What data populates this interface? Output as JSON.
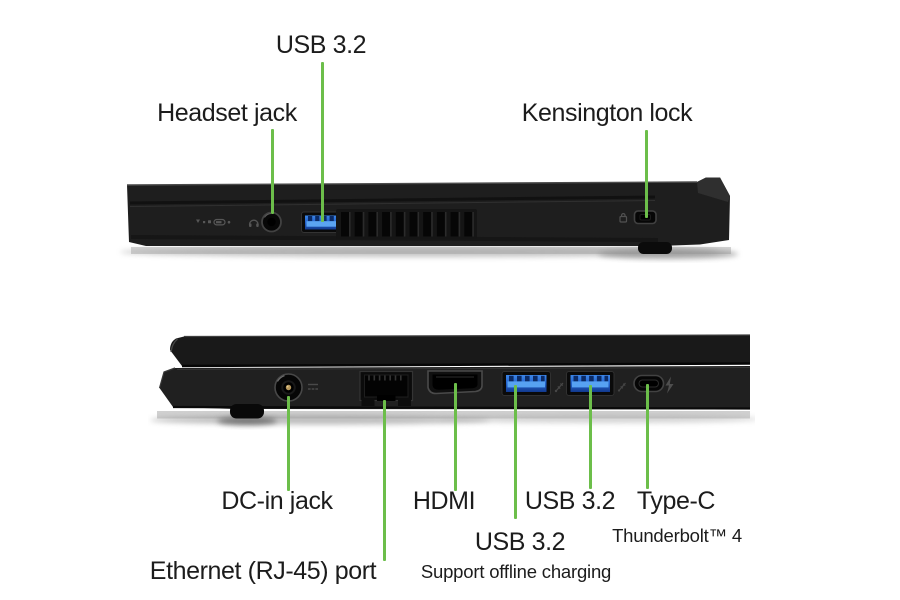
{
  "colors": {
    "background": "#FFFFFF",
    "leader_line_green": "#6CBE4A",
    "label_text": "#1C1C1C",
    "usb_port_blue": "#2B6FD6",
    "laptop_chassis": "#1E1E1E",
    "table_reflection_gray": "#CBCBCB"
  },
  "top_view": {
    "labels": {
      "usb32": "USB 3.2",
      "headset": "Headset jack",
      "kensington": "Kensington lock"
    },
    "ports": [
      "status-indicators",
      "headset-jack",
      "usb-a-3-2-port",
      "cooling-vents",
      "kensington-lock-slot"
    ]
  },
  "bottom_view": {
    "labels": {
      "dc_in": "DC-in jack",
      "ethernet": "Ethernet (RJ-45) port",
      "hdmi": "HDMI",
      "usb32_row1": "USB 3.2",
      "type_c": "Type-C",
      "type_c_note": "Thunderbolt™ 4",
      "usb32_row2": "USB 3.2",
      "usb32_row2_note": "Support offline charging"
    },
    "ports": [
      "dc-in-jack",
      "ethernet-rj45-port",
      "hdmi-port",
      "usb-a-3-2-port-1",
      "usb-a-3-2-port-2",
      "usb-c-thunderbolt-4-port"
    ]
  }
}
